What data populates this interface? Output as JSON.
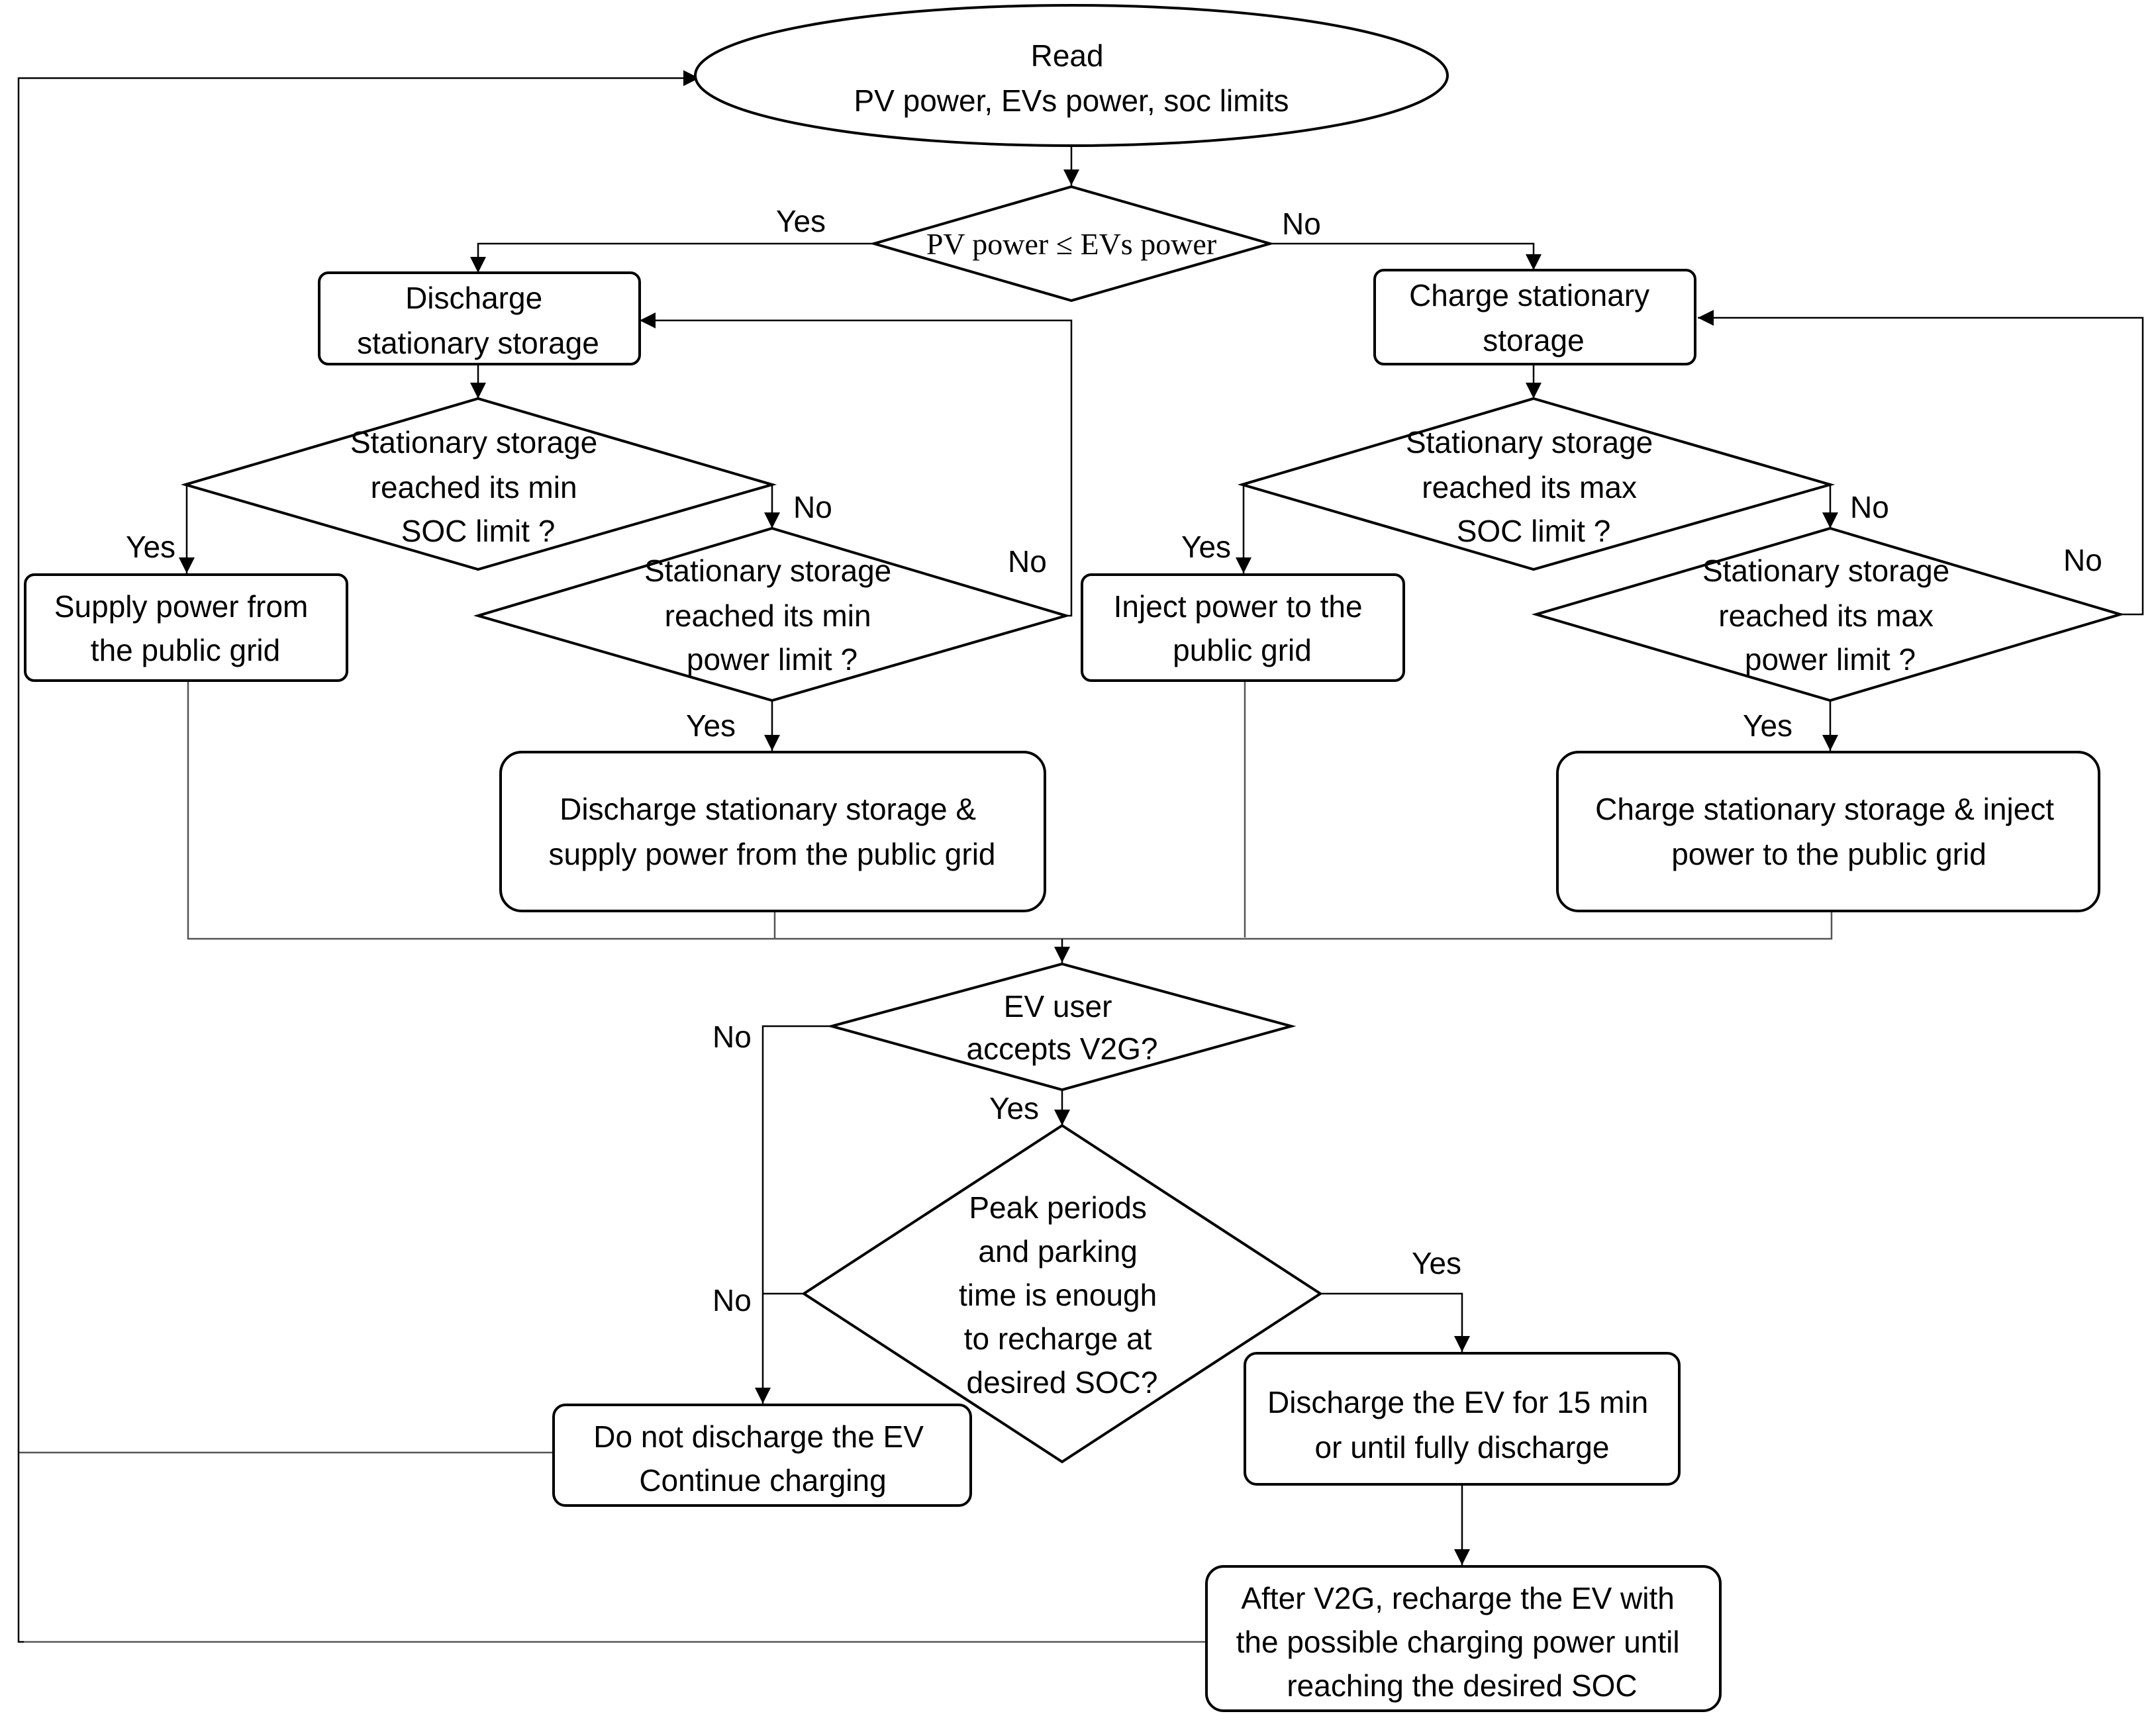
{
  "nodes": {
    "start": [
      "Read",
      "PV power, EVs power, soc limits"
    ],
    "d_pv": [
      "PV power ≤ EVs power"
    ],
    "discharge_storage": [
      "Discharge",
      "stationary storage"
    ],
    "charge_storage": [
      "Charge stationary",
      "storage"
    ],
    "d_min_soc": [
      "Stationary storage",
      "reached its min",
      "SOC limit ?"
    ],
    "d_max_soc": [
      "Stationary storage",
      "reached its max",
      "SOC limit ?"
    ],
    "supply_grid": [
      "Supply power from",
      "the public grid"
    ],
    "inject_grid": [
      "Inject power to the",
      "public grid"
    ],
    "d_min_power": [
      "Stationary storage",
      "reached its min",
      "power limit ?"
    ],
    "d_max_power": [
      "Stationary storage",
      "reached its max",
      "power limit ?"
    ],
    "discharge_and_supply": [
      "Discharge stationary storage &",
      "supply power from the public grid"
    ],
    "charge_and_inject": [
      "Charge stationary storage & inject",
      "power to the public grid"
    ],
    "d_v2g": [
      "EV user",
      "accepts V2G?"
    ],
    "d_peak": [
      "Peak periods",
      "and parking",
      "time is enough",
      "to recharge at",
      "desired SOC?"
    ],
    "no_discharge": [
      "Do not discharge the EV",
      "Continue charging"
    ],
    "discharge_ev": [
      "Discharge the EV for 15 min",
      "or until fully discharge"
    ],
    "recharge_ev": [
      "After V2G, recharge the EV with",
      "the possible charging power until",
      "reaching the desired SOC"
    ]
  },
  "edge_labels": {
    "pv_yes": "Yes",
    "pv_no": "No",
    "min_soc_yes": "Yes",
    "min_soc_no": "No",
    "min_power_no": "No",
    "min_power_yes": "Yes",
    "max_soc_yes": "Yes",
    "max_soc_no": "No",
    "max_power_no": "No",
    "max_power_yes": "Yes",
    "v2g_no": "No",
    "v2g_yes": "Yes",
    "peak_no": "No",
    "peak_yes": "Yes"
  }
}
